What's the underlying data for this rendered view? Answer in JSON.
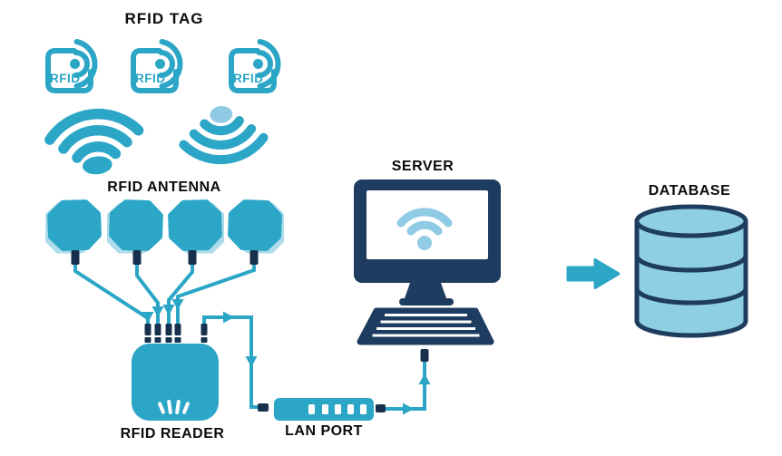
{
  "diagram": {
    "labels": {
      "rfid_tag": "RFID TAG",
      "rfid_antenna": "RFID ANTENNA",
      "server": "SERVER",
      "database": "DATABASE",
      "rfid_reader": "RFID READER",
      "lan_port": "LAN PORT"
    },
    "tag_text": "RFID",
    "icons": {
      "tag": "rfid-tag-icon",
      "waves_down": "wifi-waves-down-icon",
      "waves_up": "wifi-waves-up-icon",
      "antenna": "antenna-panel-icon",
      "reader": "rfid-reader-icon",
      "lan_switch": "lan-switch-icon",
      "server": "server-computer-icon",
      "screen_wifi": "wifi-icon",
      "database": "database-cylinder-icon",
      "flow_arrow": "flow-arrow-icon"
    },
    "colors": {
      "teal": "#2BA6C6",
      "light_blue": "#AFDCEA",
      "screen_wifi_blue": "#8FCBE5",
      "database_fill": "#8FCFE2",
      "navy": "#1E3C5F",
      "connector_navy": "#16304D",
      "label_text": "#0B0B10",
      "background": "#FFFFFF"
    }
  }
}
